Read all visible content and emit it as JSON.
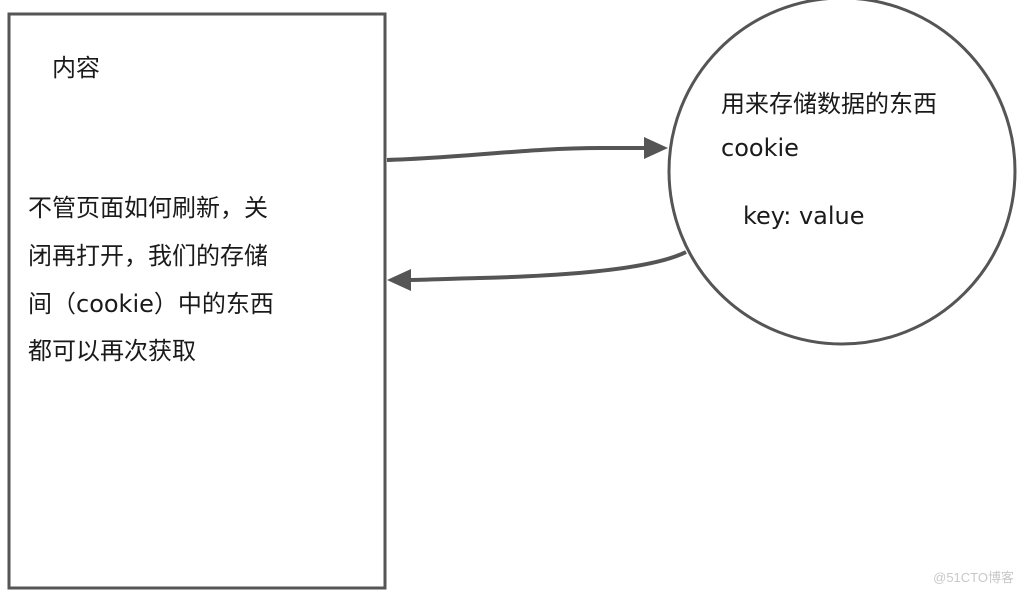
{
  "box": {
    "title": "内容",
    "lines": [
      "不管页面如何刷新，关",
      "闭再打开，我们的存储",
      "间（cookie）中的东西",
      "都可以再次获取"
    ]
  },
  "circle": {
    "title": "用来存储数据的东西",
    "subtitle": "cookie",
    "detail": "key: value"
  },
  "arrows": {
    "to_circle": "box-to-circle-arrow",
    "to_box": "circle-to-box-arrow"
  },
  "watermark": "@51CTO博客",
  "colors": {
    "stroke": "#555555",
    "text": "#1a1a1a",
    "watermark": "#c8c8c8"
  }
}
